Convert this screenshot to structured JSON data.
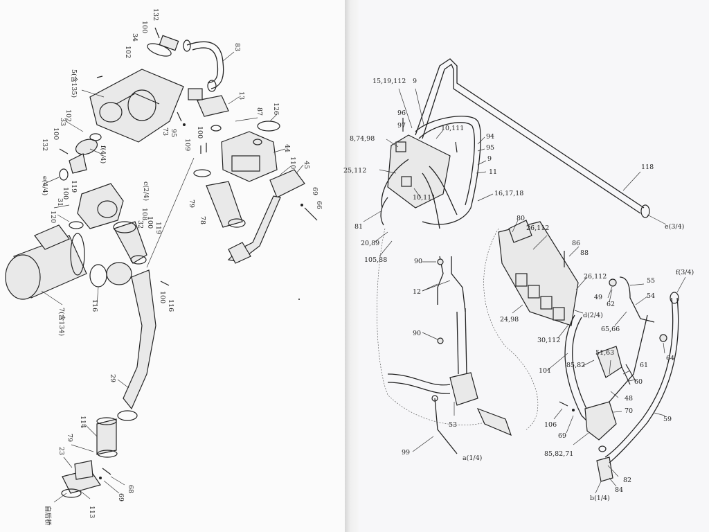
{
  "left_labels": [
    {
      "text": "132",
      "rot": 90
    },
    {
      "text": "100",
      "rot": 90
    },
    {
      "text": "34",
      "rot": 90
    },
    {
      "text": "102",
      "rot": 90
    },
    {
      "text": "83",
      "rot": 90
    },
    {
      "text": "5(含135)",
      "rot": 90
    },
    {
      "text": "13",
      "rot": 90
    },
    {
      "text": "87",
      "rot": 90
    },
    {
      "text": "126",
      "rot": 90
    },
    {
      "text": "73",
      "rot": 90
    },
    {
      "text": "95",
      "rot": 90
    },
    {
      "text": "100",
      "rot": 90
    },
    {
      "text": "109",
      "rot": 90
    },
    {
      "text": "44",
      "rot": 90
    },
    {
      "text": "110",
      "rot": 90
    },
    {
      "text": "45",
      "rot": 90
    },
    {
      "text": "102",
      "rot": 90
    },
    {
      "text": "33",
      "rot": 90
    },
    {
      "text": "100",
      "rot": 90
    },
    {
      "text": "132",
      "rot": 90
    },
    {
      "text": "f(4/4)",
      "rot": 90
    },
    {
      "text": "e(4/4)",
      "rot": 90
    },
    {
      "text": "119",
      "rot": 90
    },
    {
      "text": "100",
      "rot": 90
    },
    {
      "text": "31",
      "rot": 90
    },
    {
      "text": "c(2/4)",
      "rot": 90
    },
    {
      "text": "108",
      "rot": 90
    },
    {
      "text": "32",
      "rot": 90
    },
    {
      "text": "100",
      "rot": 90
    },
    {
      "text": "119",
      "rot": 90
    },
    {
      "text": "79",
      "rot": 90
    },
    {
      "text": "78",
      "rot": 90
    },
    {
      "text": "69",
      "rot": 90
    },
    {
      "text": "66",
      "rot": 90
    },
    {
      "text": "120",
      "rot": 90
    },
    {
      "text": "7(含134)",
      "rot": 90
    },
    {
      "text": "116",
      "rot": 90
    },
    {
      "text": "100",
      "rot": 90
    },
    {
      "text": "116",
      "rot": 90
    },
    {
      "text": "29",
      "rot": 90
    },
    {
      "text": "114",
      "rot": 90
    },
    {
      "text": "79",
      "rot": 90
    },
    {
      "text": "23",
      "rot": 90
    },
    {
      "text": "68",
      "rot": 90
    },
    {
      "text": "69",
      "rot": 90
    },
    {
      "text": "113",
      "rot": 90
    },
    {
      "text": "自后桥",
      "rot": 90
    }
  ],
  "right_labels": [
    {
      "text": "15,19,112",
      "rot": 0
    },
    {
      "text": "9",
      "rot": 0
    },
    {
      "text": "96",
      "rot": 0
    },
    {
      "text": "97",
      "rot": 0
    },
    {
      "text": "10,111",
      "rot": 0
    },
    {
      "text": "94",
      "rot": 0
    },
    {
      "text": "95",
      "rot": 0
    },
    {
      "text": "8,74,98",
      "rot": 0
    },
    {
      "text": "9",
      "rot": 0
    },
    {
      "text": "25,112",
      "rot": 0
    },
    {
      "text": "11",
      "rot": 0
    },
    {
      "text": "16,17,18",
      "rot": 0
    },
    {
      "text": "10,111",
      "rot": 0
    },
    {
      "text": "118",
      "rot": 0
    },
    {
      "text": "e(3/4)",
      "rot": 0
    },
    {
      "text": "81",
      "rot": 0
    },
    {
      "text": "20,89",
      "rot": 0
    },
    {
      "text": "105,88",
      "rot": 0
    },
    {
      "text": "80",
      "rot": 0
    },
    {
      "text": "26,112",
      "rot": 0
    },
    {
      "text": "86",
      "rot": 0
    },
    {
      "text": "88",
      "rot": 0
    },
    {
      "text": "90",
      "rot": 0
    },
    {
      "text": "12",
      "rot": 0
    },
    {
      "text": "26,112",
      "rot": 0
    },
    {
      "text": "f(3/4)",
      "rot": 0
    },
    {
      "text": "49",
      "rot": 0
    },
    {
      "text": "55",
      "rot": 0
    },
    {
      "text": "62",
      "rot": 0
    },
    {
      "text": "54",
      "rot": 0
    },
    {
      "text": "24,98",
      "rot": 0
    },
    {
      "text": "d(2/4)",
      "rot": 0
    },
    {
      "text": "65,66",
      "rot": 0
    },
    {
      "text": "90",
      "rot": 0
    },
    {
      "text": "30,112",
      "rot": 0
    },
    {
      "text": "64",
      "rot": 0
    },
    {
      "text": "101",
      "rot": 0
    },
    {
      "text": "85,82",
      "rot": 0
    },
    {
      "text": "51,63",
      "rot": 0
    },
    {
      "text": "61",
      "rot": 0
    },
    {
      "text": "60",
      "rot": 0
    },
    {
      "text": "48",
      "rot": 0
    },
    {
      "text": "70",
      "rot": 0
    },
    {
      "text": "53",
      "rot": 0
    },
    {
      "text": "106",
      "rot": 0
    },
    {
      "text": "69",
      "rot": 0
    },
    {
      "text": "59",
      "rot": 0
    },
    {
      "text": "99",
      "rot": 0
    },
    {
      "text": "a(1/4)",
      "rot": 0
    },
    {
      "text": "85,82,71",
      "rot": 0
    },
    {
      "text": "82",
      "rot": 0
    },
    {
      "text": "84",
      "rot": 0
    },
    {
      "text": "b(1/4)",
      "rot": 0
    }
  ]
}
